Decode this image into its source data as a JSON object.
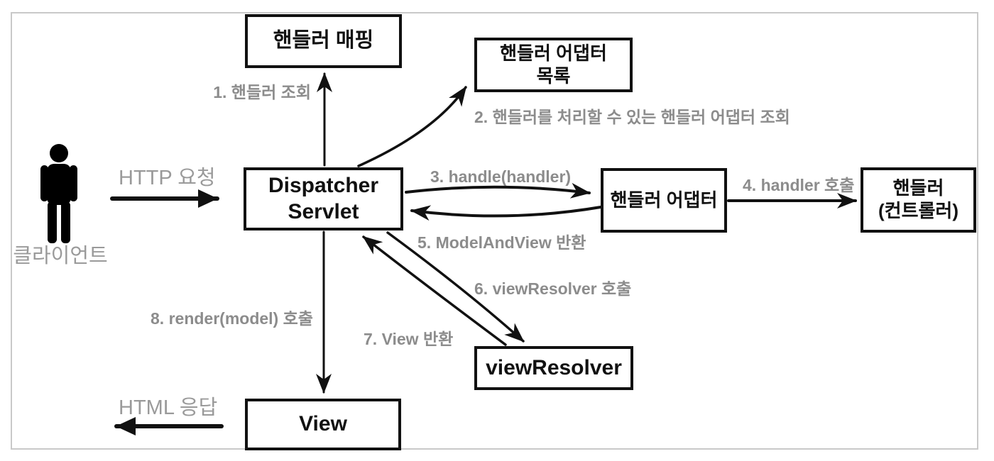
{
  "diagram": {
    "client_label": "클라이언트",
    "nodes": {
      "handler_mapping": "핸들러 매핑",
      "handler_adapter_list": "핸들러 어댑터\n목록",
      "dispatcher_servlet": "Dispatcher\nServlet",
      "handler_adapter": "핸들러 어댑터",
      "handler_controller": "핸들러\n(컨트롤러)",
      "view_resolver": "viewResolver",
      "view": "View"
    },
    "edges": {
      "step1": "1. 핸들러 조회",
      "step2": "2. 핸들러를 처리할 수 있는 핸들러 어댑터 조회",
      "step3": "3. handle(handler)",
      "step4": "4. handler 호출",
      "step5": "5. ModelAndView 반환",
      "step6": "6. viewResolver 호출",
      "step7": "7. View 반환",
      "step8": "8. render(model) 호출",
      "http_request": "HTTP 요청",
      "html_response": "HTML 응답"
    },
    "colors": {
      "box_border": "#111111",
      "box_text": "#111111",
      "edge_label_gray": "#8c8c8c",
      "flow_label_gray": "#9a9a9a",
      "arrow_black": "#111111",
      "frame_border": "#c9c9c9",
      "background": "#ffffff"
    }
  }
}
